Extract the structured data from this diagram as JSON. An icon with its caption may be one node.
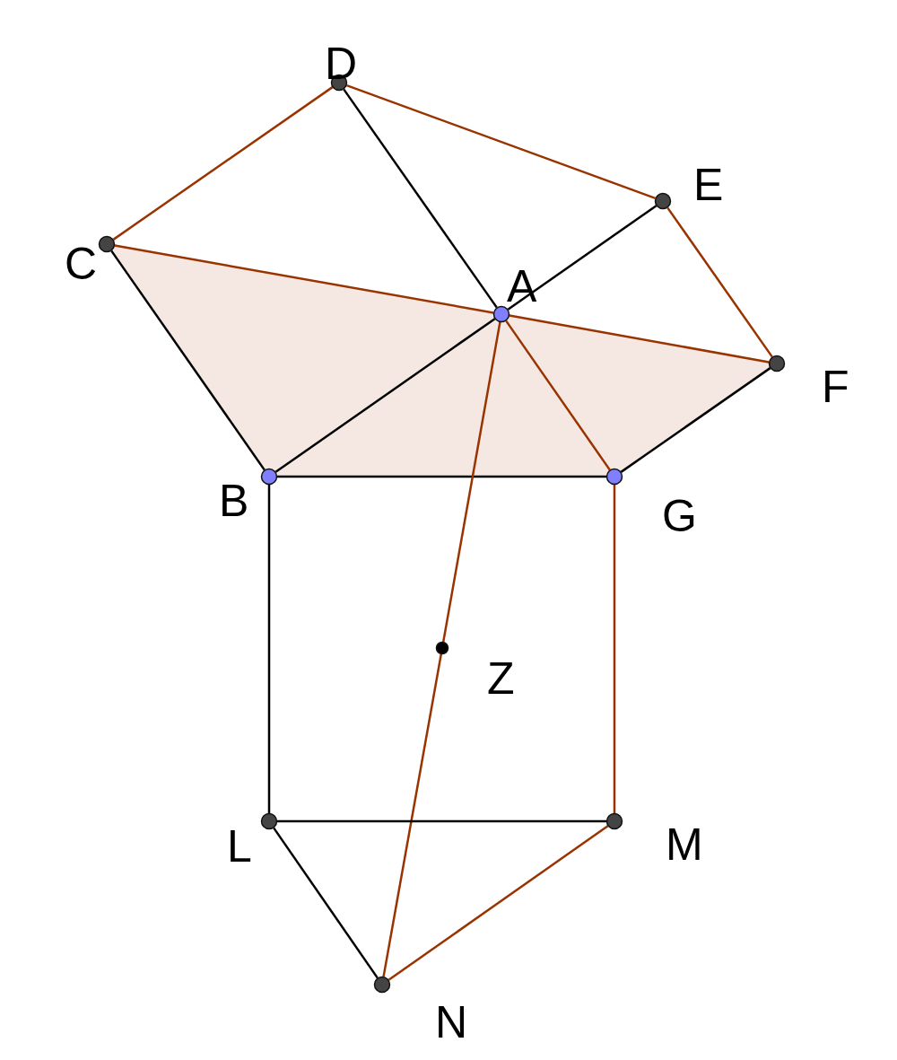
{
  "diagram": {
    "nodes": [
      {
        "text": [
          "D"
        ]
      },
      {
        "text": [
          "E"
        ]
      },
      {
        "text": [
          "C"
        ]
      },
      {
        "text": [
          "A"
        ]
      },
      {
        "text": [
          "F"
        ]
      },
      {
        "text": [
          "B"
        ]
      },
      {
        "text": [
          "G"
        ]
      },
      {
        "text": [
          "Z"
        ]
      },
      {
        "text": [
          "L"
        ]
      },
      {
        "text": [
          "M"
        ]
      },
      {
        "text": [
          "N"
        ]
      }
    ],
    "edges": [
      {
        "from": 2,
        "to": 0,
        "arrow": "none"
      },
      {
        "from": 0,
        "to": 1,
        "arrow": "none"
      },
      {
        "from": 0,
        "to": 3,
        "arrow": "none",
        "color": "#000000"
      },
      {
        "from": 1,
        "to": 4,
        "arrow": "none"
      },
      {
        "from": 3,
        "to": 1,
        "arrow": "none",
        "color": "#000000"
      },
      {
        "from": 2,
        "to": 3,
        "arrow": "none"
      },
      {
        "from": 3,
        "to": 4,
        "arrow": "none"
      },
      {
        "from": 2,
        "to": 5,
        "arrow": "none",
        "color": "#000000"
      },
      {
        "from": 5,
        "to": 3,
        "arrow": "none",
        "color": "#000000"
      },
      {
        "from": 3,
        "to": 6,
        "arrow": "none"
      },
      {
        "from": 6,
        "to": 4,
        "arrow": "none",
        "color": "#000000"
      },
      {
        "from": 5,
        "to": 6,
        "arrow": "none",
        "color": "#000000"
      },
      {
        "from": 3,
        "to": 7,
        "arrow": "none"
      },
      {
        "from": 7,
        "to": 10,
        "arrow": "none"
      },
      {
        "from": 5,
        "to": 8,
        "arrow": "none",
        "color": "#000000"
      },
      {
        "from": 6,
        "to": 9,
        "arrow": "none"
      },
      {
        "from": 8,
        "to": 9,
        "arrow": "none",
        "color": "#000000"
      },
      {
        "from": 8,
        "to": 10,
        "arrow": "none",
        "color": "#000000"
      },
      {
        "from": 9,
        "to": 10,
        "arrow": "none"
      }
    ]
  }
}
